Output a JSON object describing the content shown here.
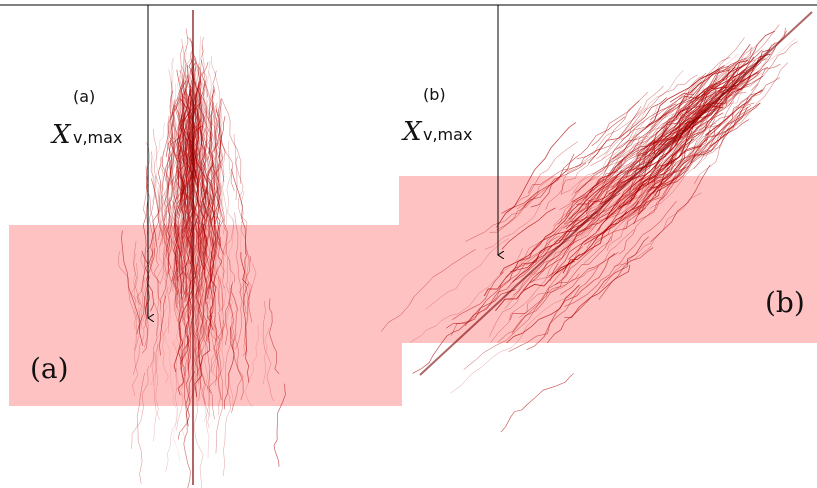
{
  "colors": {
    "band_fill": "#ffc2c2",
    "shower_track": "#b00000",
    "line": "#000000",
    "background": "#ffffff"
  },
  "panels": [
    {
      "id": "a",
      "label": "(a)",
      "xmax_symbol": "X",
      "xmax_subscript": "v,max",
      "xmax_superscript": "(a)"
    },
    {
      "id": "b",
      "label": "(b)",
      "xmax_symbol": "X",
      "xmax_subscript": "v,max",
      "xmax_superscript": "(b)"
    }
  ]
}
